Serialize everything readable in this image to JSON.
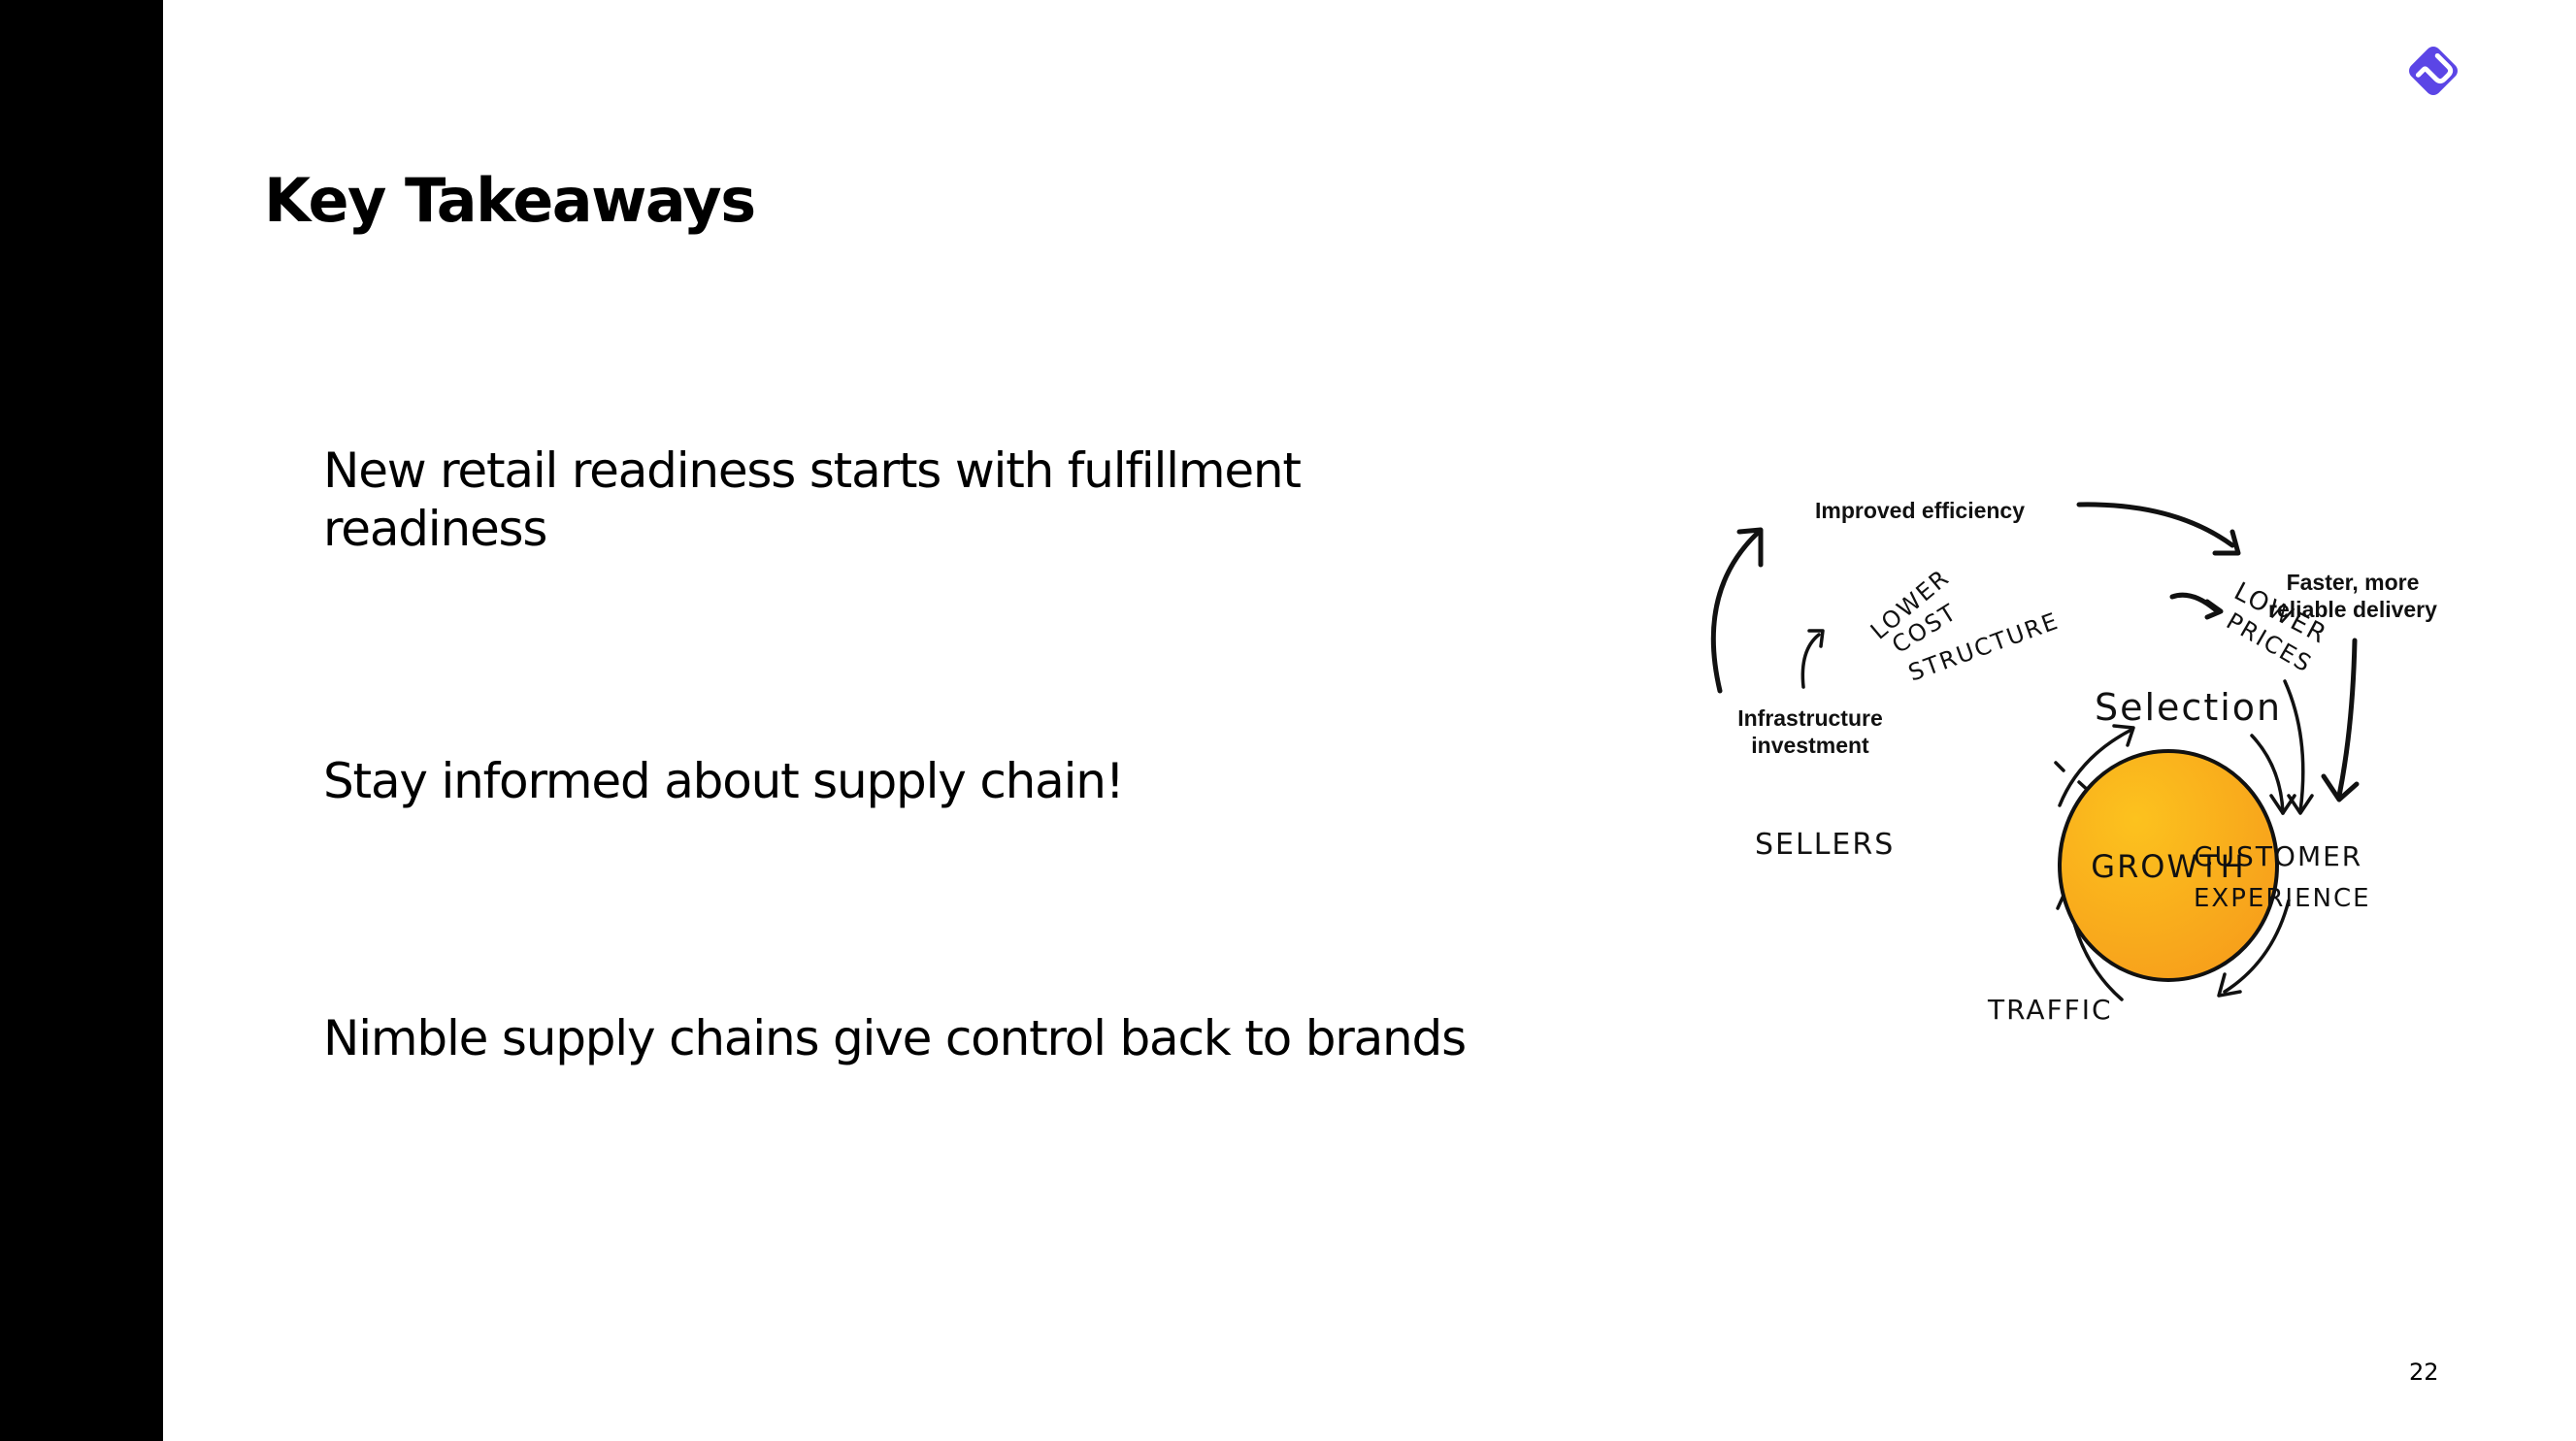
{
  "slide": {
    "title": "Key Takeaways",
    "page_number": "22",
    "logo_icon": "brand-logo-icon",
    "colors": {
      "sidebar": "#000000",
      "logo": "#5b45e6",
      "growth_circle": "#f8a51c",
      "growth_circle_highlight": "#fcc21e",
      "text": "#000000"
    }
  },
  "bullets": [
    {
      "text": "New retail readiness starts with fulfillment readiness"
    },
    {
      "text": "Stay informed about supply chain!"
    },
    {
      "text": "Nimble supply chains give control back to brands"
    }
  ],
  "diagram": {
    "center": "GROWTH",
    "inner_cycle": [
      "Selection",
      "CUSTOMER",
      "EXPERIENCE",
      "TRAFFIC",
      "SELLERS"
    ],
    "outer_cycle": {
      "lower_cost_structure": [
        "LOWER",
        "COST",
        "STRUCTURE"
      ],
      "lower_prices": [
        "LOWER",
        "PRICES"
      ]
    },
    "annotations": {
      "improved_efficiency": "Improved efficiency",
      "faster_delivery_line1": "Faster, more",
      "faster_delivery_line2": "reliable delivery",
      "infrastructure_line1": "Infrastructure",
      "infrastructure_line2": "investment"
    }
  }
}
